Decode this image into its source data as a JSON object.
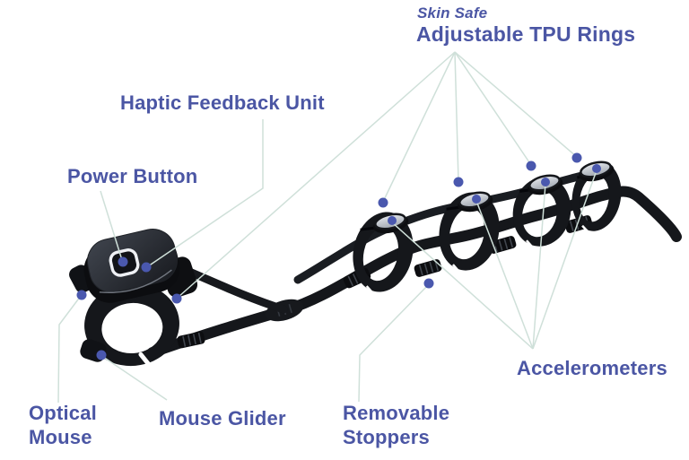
{
  "diagram_title": "Wearable ring mouse — labeled parts diagram",
  "colors": {
    "background": "#ffffff",
    "label_text": "#4b56a4",
    "leader_line": "#cfe0d9",
    "callout_dot": "#4a58ae",
    "device_black": "#15171b",
    "accelerometer_cap_silver": "#ccd1d8"
  },
  "labels": {
    "skin_safe": "Skin Safe",
    "adjustable_tpu_rings": "Adjustable TPU Rings",
    "haptic_feedback_unit": "Haptic Feedback Unit",
    "power_button": "Power Button",
    "optical_mouse": "Optical Mouse",
    "mouse_glider": "Mouse Glider",
    "removable_stoppers": "Removable Stoppers",
    "accelerometers": "Accelerometers"
  },
  "device": {
    "finger_ring_count": 4,
    "callout_dot_count": 14
  }
}
